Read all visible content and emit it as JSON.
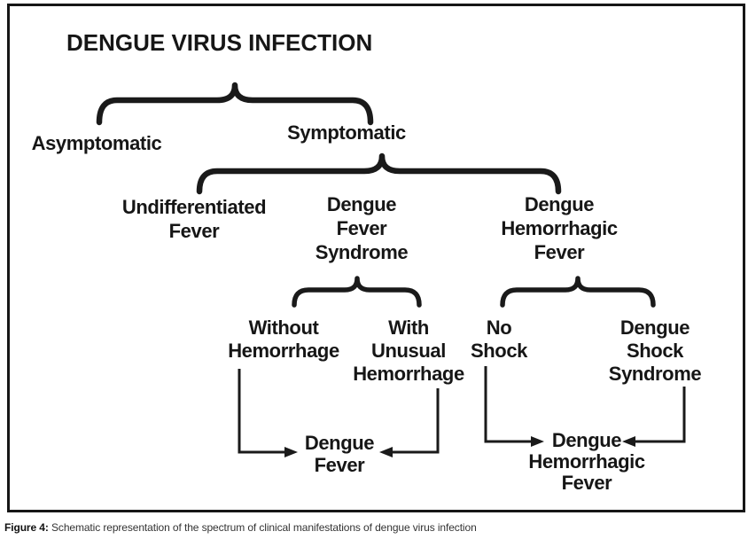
{
  "diagram": {
    "title": "DENGUE VIRUS INFECTION",
    "colors": {
      "ink": "#1a1a1a",
      "background": "#ffffff",
      "border": "#161616"
    },
    "nodes": {
      "asymptomatic": {
        "lines": [
          "Asymptomatic"
        ]
      },
      "symptomatic": {
        "lines": [
          "Symptomatic"
        ]
      },
      "undifferentiated_fever": {
        "lines": [
          "Undifferentiated",
          "Fever"
        ]
      },
      "dengue_fever_syndrome": {
        "lines": [
          "Dengue",
          "Fever",
          "Syndrome"
        ]
      },
      "dengue_hemorrhagic_fever": {
        "lines": [
          "Dengue",
          "Hemorrhagic",
          "Fever"
        ]
      },
      "without_hemorrhage": {
        "lines": [
          "Without",
          "Hemorrhage"
        ]
      },
      "with_unusual_hemorrhage": {
        "lines": [
          "With",
          "Unusual",
          "Hemorrhage"
        ]
      },
      "no_shock": {
        "lines": [
          "No",
          "Shock"
        ]
      },
      "dengue_shock_syndrome": {
        "lines": [
          "Dengue",
          "Shock",
          "Syndrome"
        ]
      },
      "dengue_fever_outcome": {
        "lines": [
          "Dengue",
          "Fever"
        ]
      },
      "dengue_hemorrhagic_fever_outcome": {
        "lines": [
          "Dengue",
          "Hemorrhagic",
          "Fever"
        ]
      }
    },
    "braces": [
      {
        "parent": "DENGUE VIRUS INFECTION",
        "children": [
          "Asymptomatic",
          "Symptomatic"
        ]
      },
      {
        "parent": "Symptomatic",
        "children": [
          "Undifferentiated Fever",
          "Dengue Fever Syndrome",
          "Dengue Hemorrhagic Fever"
        ]
      },
      {
        "parent": "Dengue Fever Syndrome",
        "children": [
          "Without Hemorrhage",
          "With Unusual Hemorrhage"
        ]
      },
      {
        "parent": "Dengue Hemorrhagic Fever",
        "children": [
          "No Shock",
          "Dengue Shock Syndrome"
        ]
      }
    ],
    "arrows": [
      {
        "from": "Without Hemorrhage",
        "to": "Dengue Fever"
      },
      {
        "from": "With Unusual Hemorrhage",
        "to": "Dengue Fever"
      },
      {
        "from": "No Shock",
        "to": "Dengue Hemorrhagic Fever"
      },
      {
        "from": "Dengue Shock Syndrome",
        "to": "Dengue Hemorrhagic Fever"
      }
    ]
  },
  "caption": {
    "label": "Figure 4:",
    "text": " Schematic representation of the spectrum of clinical manifestations of dengue virus infection"
  }
}
